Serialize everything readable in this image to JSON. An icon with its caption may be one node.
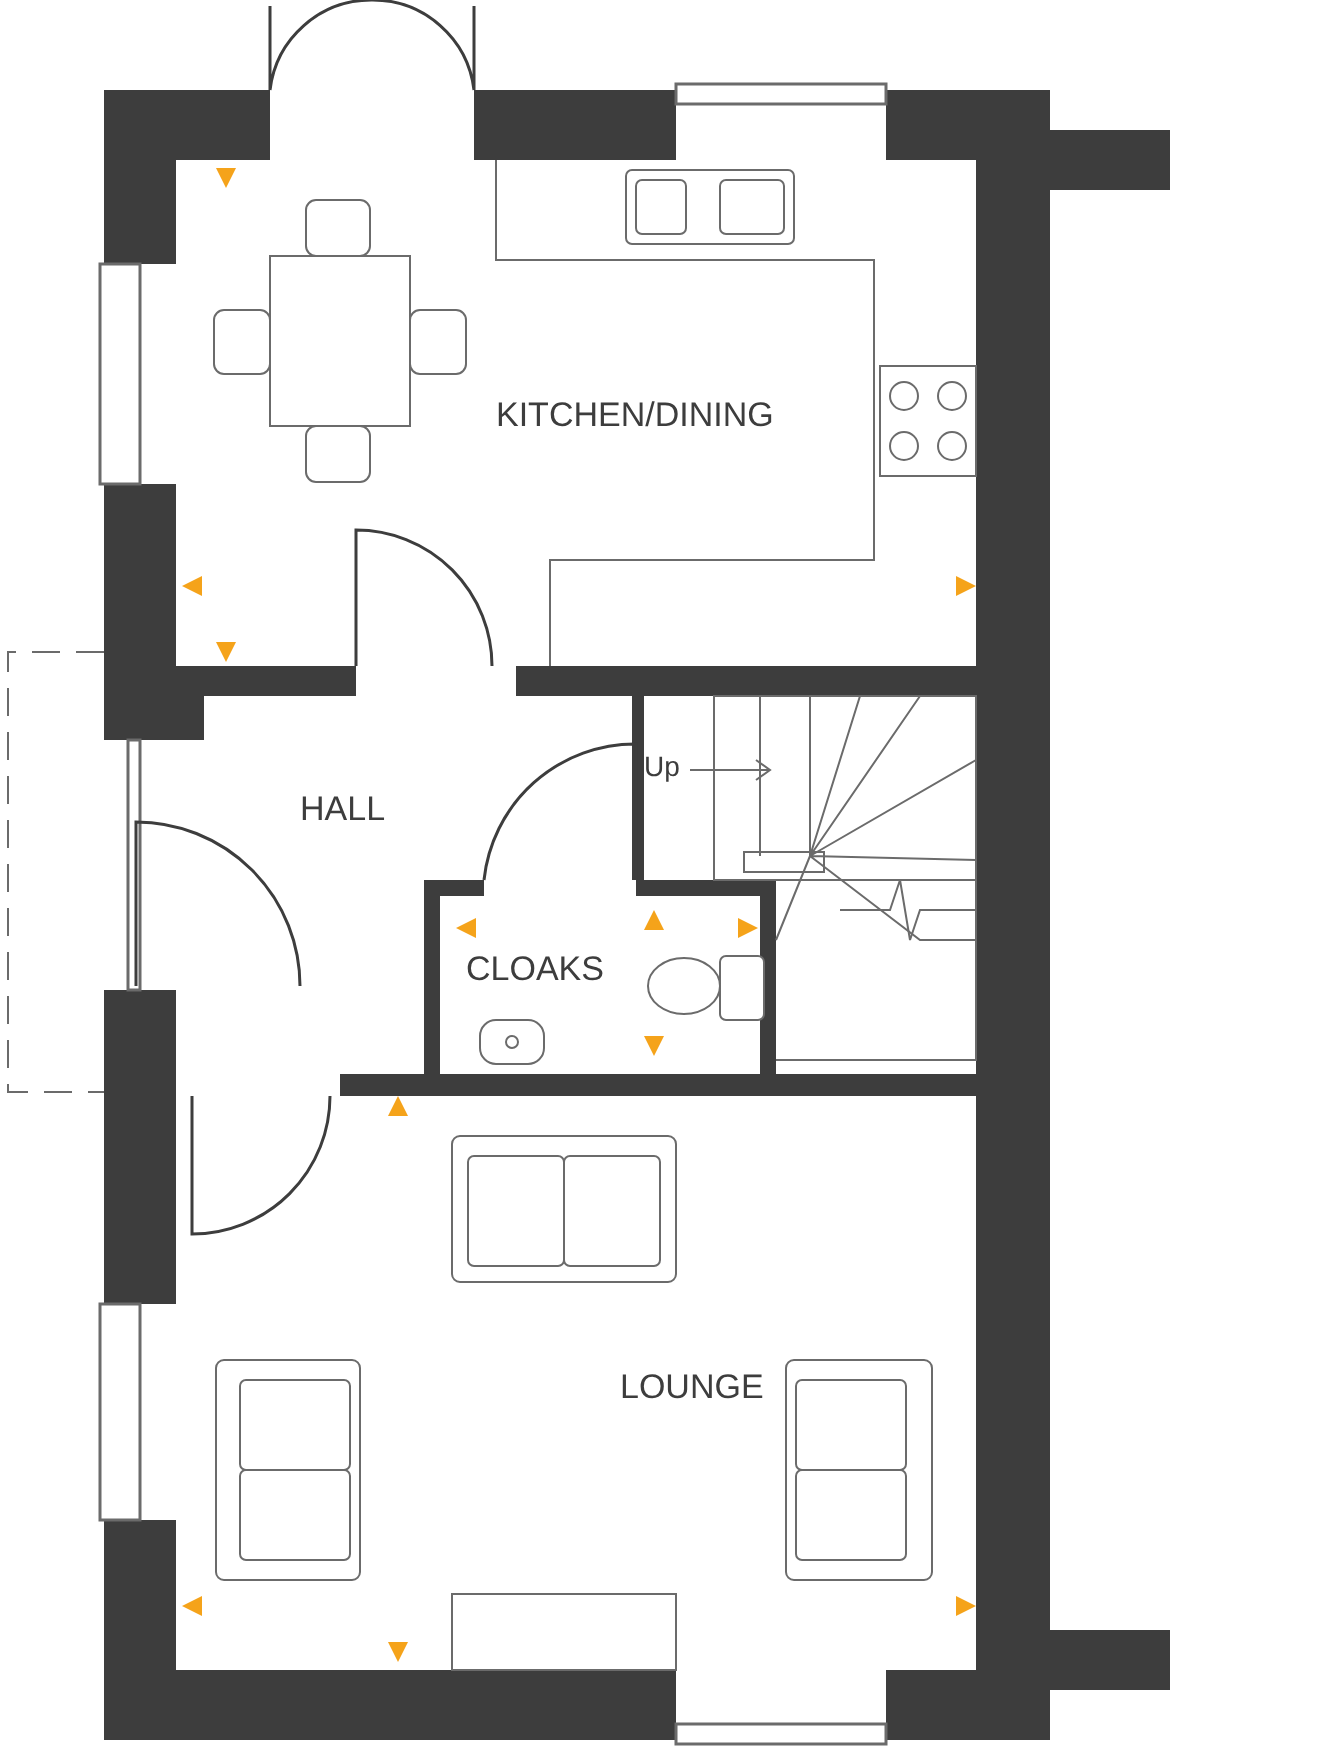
{
  "diagram": {
    "labels": [
      "KITCHEN/DINING",
      "Up",
      "HALL",
      "CLOAKS",
      "LOUNGE"
    ]
  }
}
